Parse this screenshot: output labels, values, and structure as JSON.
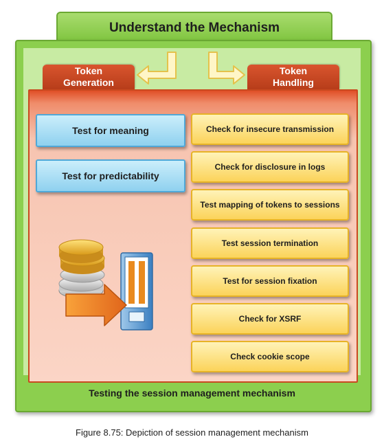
{
  "title": "Understand the Mechanism",
  "tabs": {
    "generation": [
      "Token",
      "Generation"
    ],
    "handling": [
      "Token",
      "Handling"
    ]
  },
  "generation_items": [
    "Test for meaning",
    "Test for predictability"
  ],
  "handling_items": [
    "Check for insecure transmission",
    "Check for disclosure in logs",
    "Test mapping of tokens to sessions",
    "Test session termination",
    "Test for session fixation",
    "Check for XSRF",
    "Check cookie scope"
  ],
  "footer_label": "Testing the session management mechanism",
  "caption": "Figure 8.75: Depiction of session management mechanism",
  "colors": {
    "green": "#8ccf4e",
    "tab_red": "#c9491f",
    "blue_box": "#8fd1ef",
    "gold_box": "#fbd35a"
  },
  "icons": [
    "arrow-left-icon",
    "arrow-right-icon",
    "coins-arrow-server-icon"
  ]
}
